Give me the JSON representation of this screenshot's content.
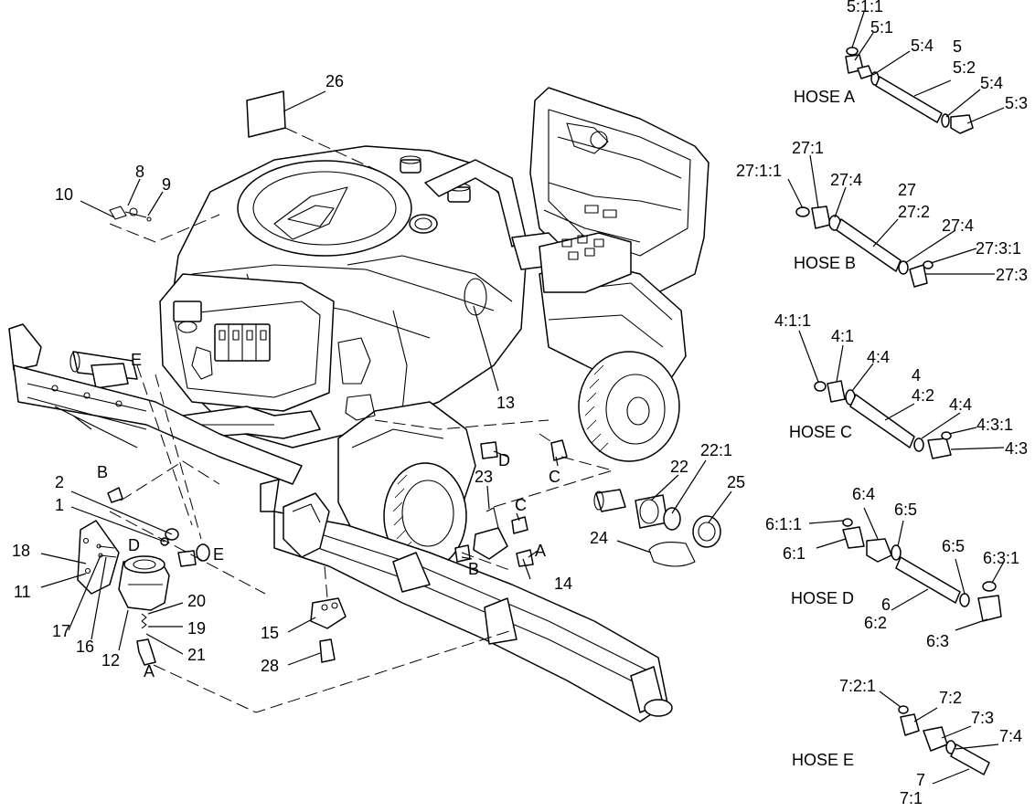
{
  "diagram": {
    "background": "#ffffff",
    "line_color": "#000000",
    "hose_titles": {
      "hose_a": "HOSE A",
      "hose_b": "HOSE B",
      "hose_c": "HOSE C",
      "hose_d": "HOSE D",
      "hose_e": "HOSE E"
    },
    "callouts": {
      "c1": "1",
      "c2": "2",
      "c8": "8",
      "c9": "9",
      "c10": "10",
      "c11": "11",
      "c12": "12",
      "c13": "13",
      "c14": "14",
      "c15": "15",
      "c16": "16",
      "c17": "17",
      "c18": "18",
      "c19": "19",
      "c20": "20",
      "c21": "21",
      "c22": "22",
      "c22_1": "22:1",
      "c23": "23",
      "c24": "24",
      "c25": "25",
      "c26": "26",
      "c28": "28"
    },
    "connection_letters": {
      "a_lower": "A",
      "a_valve": "A",
      "b_left": "B",
      "b_valve": "B",
      "c_upper": "C",
      "c_valve": "C",
      "d_upper": "D",
      "d_left": "D",
      "e_upper": "E",
      "e_lower": "E"
    },
    "hose_a": {
      "p5_1_1": "5:1:1",
      "p5_1": "5:1",
      "p5_4a": "5:4",
      "p5": "5",
      "p5_2": "5:2",
      "p5_4b": "5:4",
      "p5_3": "5:3"
    },
    "hose_b": {
      "p27_1": "27:1",
      "p27_1_1": "27:1:1",
      "p27_4a": "27:4",
      "p27": "27",
      "p27_2": "27:2",
      "p27_4b": "27:4",
      "p27_3_1": "27:3:1",
      "p27_3": "27:3"
    },
    "hose_c": {
      "p4_1_1": "4:1:1",
      "p4_1": "4:1",
      "p4_4a": "4:4",
      "p4": "4",
      "p4_2": "4:2",
      "p4_4b": "4:4",
      "p4_3_1": "4:3:1",
      "p4_3": "4:3"
    },
    "hose_d": {
      "p6_4": "6:4",
      "p6_5a": "6:5",
      "p6_1_1": "6:1:1",
      "p6_1": "6:1",
      "p6_5b": "6:5",
      "p6_3_1": "6:3:1",
      "p6": "6",
      "p6_2": "6:2",
      "p6_3": "6:3"
    },
    "hose_e": {
      "p7_2_1": "7:2:1",
      "p7_2": "7:2",
      "p7_3": "7:3",
      "p7_4": "7:4",
      "p7": "7",
      "p7_1": "7:1"
    }
  }
}
